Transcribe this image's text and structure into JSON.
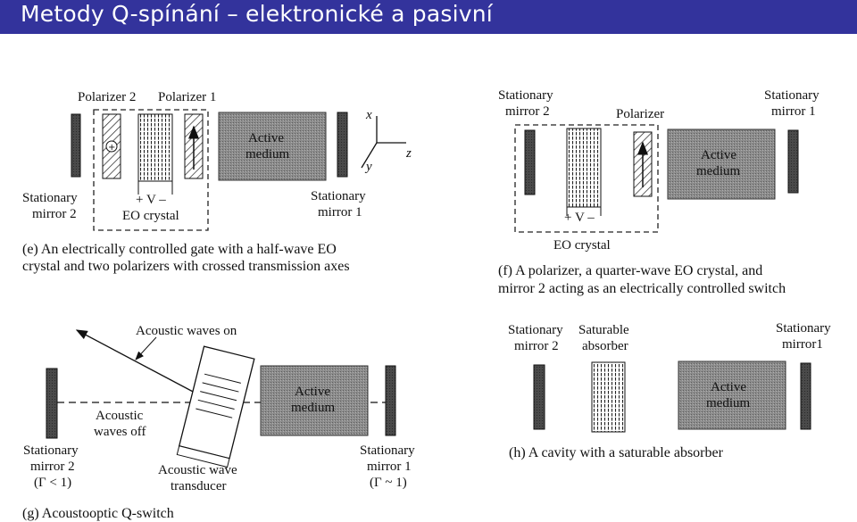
{
  "slide": {
    "title": "Metody Q-spínání – elektronické a pasivní"
  },
  "panel_e": {
    "polarizer2": "Polarizer 2",
    "polarizer1": "Polarizer 1",
    "active_l1": "Active",
    "active_l2": "medium",
    "mirror2_l1": "Stationary",
    "mirror2_l2": "mirror 2",
    "mirror1_l1": "Stationary",
    "mirror1_l2": "mirror 1",
    "voltage": "+ V –",
    "eo_crystal": "EO crystal",
    "axis_x": "x",
    "axis_y": "y",
    "axis_z": "z",
    "caption_l1": "(e) An electrically controlled gate with a half-wave EO",
    "caption_l2": "crystal and two polarizers with crossed transmission axes"
  },
  "panel_f": {
    "mirror2_l1": "Stationary",
    "mirror2_l2": "mirror 2",
    "polarizer": "Polarizer",
    "mirror1_l1": "Stationary",
    "mirror1_l2": "mirror 1",
    "active_l1": "Active",
    "active_l2": "medium",
    "voltage": "+ V –",
    "eo_crystal": "EO crystal",
    "caption_l1": "(f) A polarizer, a quarter-wave EO crystal, and",
    "caption_l2": "mirror 2 acting as an electrically controlled switch"
  },
  "panel_g": {
    "acoustic_on": "Acoustic waves on",
    "acoustic_off_l1": "Acoustic",
    "acoustic_off_l2": "waves off",
    "active_l1": "Active",
    "active_l2": "medium",
    "mirror2_l1": "Stationary",
    "mirror2_l2": "mirror 2",
    "mirror2_l3": "(Γ < 1)",
    "transducer_l1": "Acoustic wave",
    "transducer_l2": "transducer",
    "mirror1_l1": "Stationary",
    "mirror1_l2": "mirror 1",
    "mirror1_l3": "(Γ ~ 1)",
    "caption": "(g) Acoustooptic Q-switch"
  },
  "panel_h": {
    "mirror2_l1": "Stationary",
    "mirror2_l2": "mirror 2",
    "absorber_l1": "Saturable",
    "absorber_l2": "absorber",
    "mirror1_l1": "Stationary",
    "mirror1_l2": "mirror1",
    "active_l1": "Active",
    "active_l2": "medium",
    "caption": "(h) A cavity with a saturable absorber"
  },
  "colors": {
    "title_bar": "#33339c",
    "title_text": "#ffffff",
    "ink": "#111111"
  }
}
